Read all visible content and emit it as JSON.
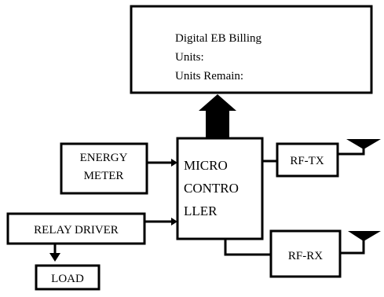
{
  "display": {
    "line1": "Digital EB Billing",
    "line2": "Units:",
    "line3": "Units Remain:"
  },
  "blocks": {
    "energy_meter": {
      "line1": "ENERGY",
      "line2": "METER"
    },
    "microcontroller": {
      "line1": "MICRO",
      "line2": "CONTRO",
      "line3": "LLER"
    },
    "rf_tx": "RF-TX",
    "rf_rx": "RF-RX",
    "relay_driver": "RELAY DRIVER",
    "load": "LOAD"
  }
}
